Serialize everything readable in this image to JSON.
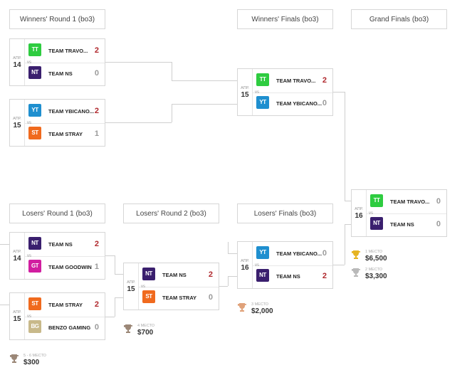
{
  "headers": {
    "wr1": "Winners' Round 1 (bo3)",
    "wf": "Winners' Finals (bo3)",
    "gf": "Grand Finals (bo3)",
    "lr1": "Losers' Round 1 (bo3)",
    "lr2": "Losers' Round 2 (bo3)",
    "lf": "Losers' Finals (bo3)"
  },
  "vs_label": "vs",
  "matches": {
    "wr1a": {
      "month": "апр.",
      "day": "14",
      "t1": {
        "abbr": "TT",
        "name": "TEAM TRAVO...",
        "score": "2"
      },
      "t2": {
        "abbr": "NT",
        "name": "TEAM NS",
        "score": "0"
      }
    },
    "wr1b": {
      "month": "апр.",
      "day": "15",
      "t1": {
        "abbr": "YT",
        "name": "TEAM YBICANO...",
        "score": "2"
      },
      "t2": {
        "abbr": "ST",
        "name": "TEAM STRAY",
        "score": "1"
      }
    },
    "wf": {
      "month": "апр.",
      "day": "15",
      "t1": {
        "abbr": "TT",
        "name": "TEAM TRAVO...",
        "score": "2"
      },
      "t2": {
        "abbr": "YT",
        "name": "TEAM YBICANO...",
        "score": "0"
      }
    },
    "gf": {
      "month": "апр.",
      "day": "16",
      "t1": {
        "abbr": "TT",
        "name": "TEAM TRAVO...",
        "score": "0"
      },
      "t2": {
        "abbr": "NT",
        "name": "TEAM NS",
        "score": "0"
      }
    },
    "lr1a": {
      "month": "апр.",
      "day": "14",
      "t1": {
        "abbr": "NT",
        "name": "TEAM NS",
        "score": "2"
      },
      "t2": {
        "abbr": "GT",
        "name": "TEAM GOODWIN",
        "score": "1"
      }
    },
    "lr1b": {
      "month": "апр.",
      "day": "15",
      "t1": {
        "abbr": "ST",
        "name": "TEAM STRAY",
        "score": "2"
      },
      "t2": {
        "abbr": "BG",
        "name": "BENZO GAMING",
        "score": "0"
      }
    },
    "lr2": {
      "month": "апр.",
      "day": "15",
      "t1": {
        "abbr": "NT",
        "name": "TEAM NS",
        "score": "2"
      },
      "t2": {
        "abbr": "ST",
        "name": "TEAM STRAY",
        "score": "0"
      }
    },
    "lf": {
      "month": "апр.",
      "day": "16",
      "t1": {
        "abbr": "YT",
        "name": "TEAM YBICANO...",
        "score": "0"
      },
      "t2": {
        "abbr": "NT",
        "name": "TEAM NS",
        "score": "2"
      }
    }
  },
  "prizes": {
    "first": {
      "place": "1 место",
      "amount": "$6,500"
    },
    "second": {
      "place": "2 место",
      "amount": "$3,300"
    },
    "third": {
      "place": "3 место",
      "amount": "$2,000"
    },
    "fourth": {
      "place": "4 место",
      "amount": "$700"
    },
    "fifth": {
      "place": "5 - 6 место",
      "amount": "$300"
    }
  },
  "colors": {
    "win": "#b0282d",
    "lose": "#9a9a9a",
    "TT": "#2ecc40",
    "NT": "#3a1f6e",
    "YT": "#1f8fcf",
    "ST": "#f06a1e",
    "GT": "#d11ea0",
    "BG": "#c8b98a",
    "gold": "#e6b422",
    "silver": "#b9b9b9",
    "bronze": "#e0a27a",
    "brown": "#9b8777"
  }
}
